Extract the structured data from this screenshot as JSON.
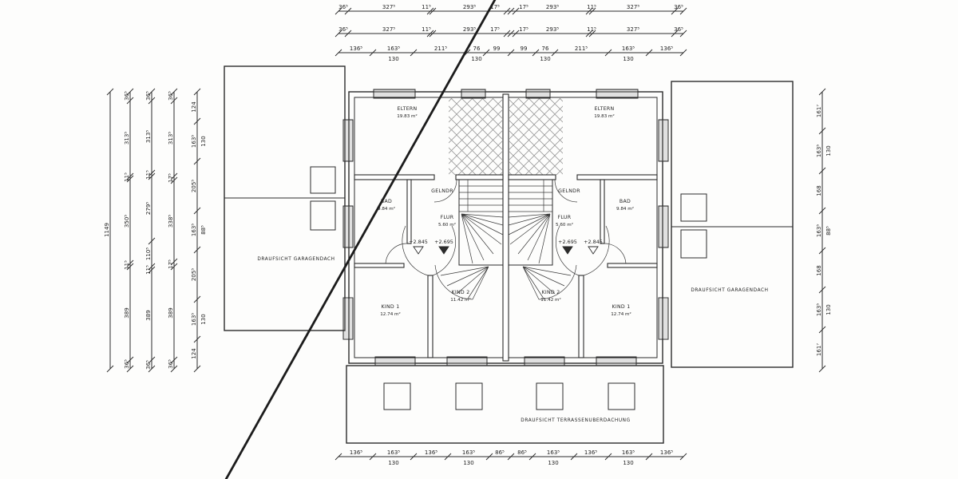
{
  "colors": {
    "ink": "#2b2b2b",
    "paper": "#fdfdfc",
    "hatch": "#8f8f8f"
  },
  "labels": {
    "garage_left": "DRAUFSICHT GARAGENDACH",
    "garage_right": "DRAUFSICHT GARAGENDACH",
    "terrace": "DRAUFSICHT TERRASSENUBERDACHUNG"
  },
  "units": {
    "left": {
      "eltern": "ELTERN",
      "eltern_area": "19.83 m²",
      "bad": "BAD",
      "bad_area": "9.84 m²",
      "flur": "FLUR",
      "flur_area": "5.60 m²",
      "kind1": "KIND 1",
      "kind1_area": "12.74 m²",
      "kind2": "KIND 2",
      "kind2_area": "11.42 m²",
      "railing": "GELNDR",
      "level_a": "+2.845",
      "level_b": "+2.695"
    },
    "right": {
      "eltern": "ELTERN",
      "eltern_area": "19.83 m²",
      "bad": "BAD",
      "bad_area": "9.84 m²",
      "flur": "FLUR",
      "flur_area": "5.60 m²",
      "kind1": "KIND 1",
      "kind1_area": "12.74 m²",
      "kind2": "KIND 2",
      "kind2_area": "11.42 m²",
      "railing": "GELNDR",
      "level_a": "+2.695",
      "level_b": "+2.845"
    }
  },
  "dims": {
    "t1": [
      {
        "v": "36⁵"
      },
      {
        "v": "327⁵"
      },
      {
        "v": "11⁵"
      },
      {
        "v": "293⁵"
      },
      {
        "v": "17⁵"
      },
      {
        "v": "17⁵"
      },
      {
        "v": "293⁵"
      },
      {
        "v": "11⁵"
      },
      {
        "v": "327⁵"
      },
      {
        "v": "36⁵"
      }
    ],
    "t2": [
      {
        "v": "36⁵"
      },
      {
        "v": "327⁵"
      },
      {
        "v": "11⁵"
      },
      {
        "v": "293⁵"
      },
      {
        "v": "17⁵"
      },
      {
        "v": "17⁵"
      },
      {
        "v": "293⁵"
      },
      {
        "v": "11⁵"
      },
      {
        "v": "327⁵"
      },
      {
        "v": "36⁵"
      }
    ],
    "t3": [
      {
        "v": "136⁵"
      },
      {
        "v": "163⁵",
        "b": "130"
      },
      {
        "v": "211⁵"
      },
      {
        "v": "76",
        "b": "130"
      },
      {
        "v": "99"
      },
      {
        "v": "99"
      },
      {
        "v": "76",
        "b": "130"
      },
      {
        "v": "211⁵"
      },
      {
        "v": "163⁵",
        "b": "130"
      },
      {
        "v": "136⁵"
      }
    ],
    "b1": [
      {
        "v": "136⁵"
      },
      {
        "v": "163⁵",
        "b": "130"
      },
      {
        "v": "136⁵"
      },
      {
        "v": "163⁵",
        "b": "130"
      },
      {
        "v": "86⁵"
      },
      {
        "v": "86⁵"
      },
      {
        "v": "163⁵",
        "b": "130"
      },
      {
        "v": "136⁵"
      },
      {
        "v": "163⁵",
        "b": "130"
      },
      {
        "v": "136⁵"
      }
    ],
    "l1": [
      {
        "v": "1149"
      }
    ],
    "l2": [
      {
        "v": "36⁵"
      },
      {
        "v": "313⁵"
      },
      {
        "v": "11⁵"
      },
      {
        "v": "350⁵"
      },
      {
        "v": "11⁵"
      },
      {
        "v": "389"
      },
      {
        "v": "36⁵"
      }
    ],
    "l3": [
      {
        "v": "36⁵"
      },
      {
        "v": "313⁵"
      },
      {
        "v": "11⁵"
      },
      {
        "v": "279⁵"
      },
      {
        "v": "110⁵"
      },
      {
        "v": "11⁵"
      },
      {
        "v": "389"
      },
      {
        "v": "36⁵"
      }
    ],
    "l4": [
      {
        "v": "36⁵"
      },
      {
        "v": "313⁵"
      },
      {
        "v": "17⁵"
      },
      {
        "v": "338⁵"
      },
      {
        "v": "17⁵"
      },
      {
        "v": "389"
      },
      {
        "v": "36⁵"
      }
    ],
    "l5": [
      {
        "v": "124"
      },
      {
        "v": "163⁵",
        "b": "130"
      },
      {
        "v": "205⁵"
      },
      {
        "v": "163⁵",
        "b": "88⁵"
      },
      {
        "v": "205⁵"
      },
      {
        "v": "163⁵",
        "b": "130"
      },
      {
        "v": "124"
      }
    ],
    "r1": [
      {
        "v": "161⁷"
      },
      {
        "v": "163⁵",
        "b": "130"
      },
      {
        "v": "168"
      },
      {
        "v": "163⁵",
        "b": "88⁵"
      },
      {
        "v": "168"
      },
      {
        "v": "163⁵",
        "b": "130"
      },
      {
        "v": "161⁷"
      }
    ]
  }
}
